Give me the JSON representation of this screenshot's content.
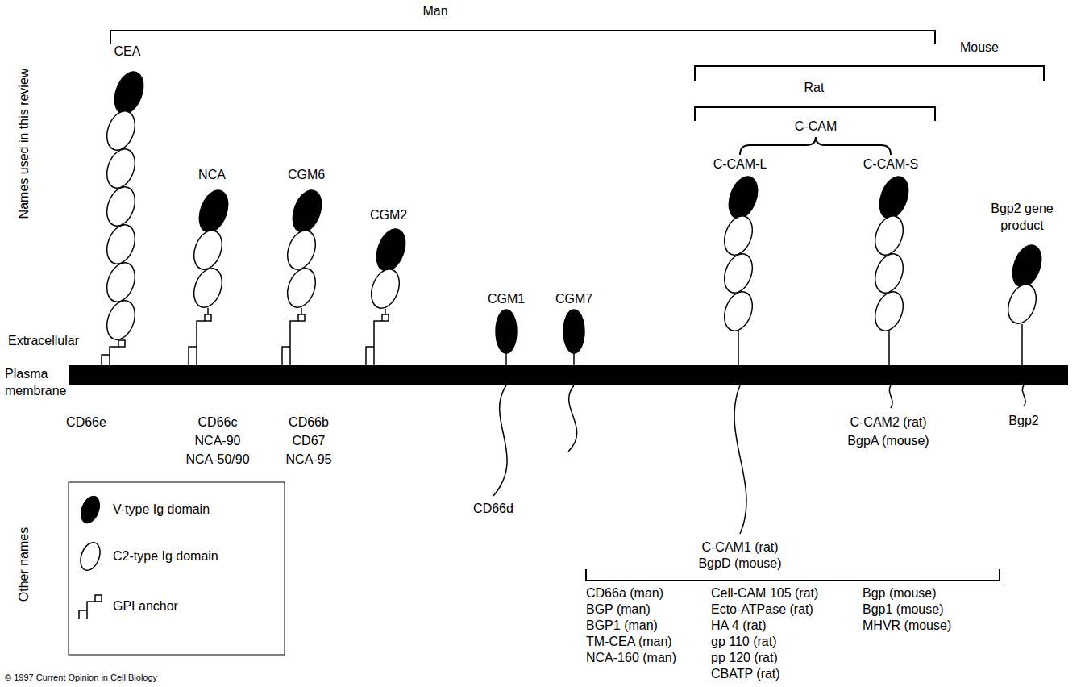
{
  "diagram": {
    "labels": [
      "Man",
      "Mouse",
      "Rat",
      "C-CAM",
      "Names used in this review",
      "C-CAM-L",
      "C-CAM-S",
      "CEA",
      "Bgp2 gene product",
      "NCA",
      "CGM6",
      "CGM2",
      "CGM1",
      "CGM7",
      "Extracellular",
      "Plasma membrane",
      "CD66e",
      "CD66c",
      "NCA-90",
      "NCA-50/90",
      "CD66b",
      "CD67",
      "NCA-95",
      "C-CAM2 (rat)",
      "BgpA (mouse)",
      "Bgp2",
      "CD66d",
      "Other names",
      "C-CAM1 (rat)",
      "BgpD (mouse)",
      "CD66a (man)",
      "BGP (man)",
      "BGP1 (man)",
      "TM-CEA (man)",
      "NCA-160 (man)",
      "Cell-CAM 105 (rat)",
      "Ecto-ATPase (rat)",
      "HA 4 (rat)",
      "gp 110 (rat)",
      "pp 120 (rat)",
      "CBATP (rat)",
      "Bgp (mouse)",
      "Bgp1 (mouse)",
      "MHVR (mouse)",
      "© 1997 Current Opinion in Cell Biology"
    ],
    "legend": [
      {
        "text": "V-type Ig domain"
      },
      {
        "text": "C2-type Ig domain"
      },
      {
        "text": "GPI anchor"
      }
    ]
  }
}
